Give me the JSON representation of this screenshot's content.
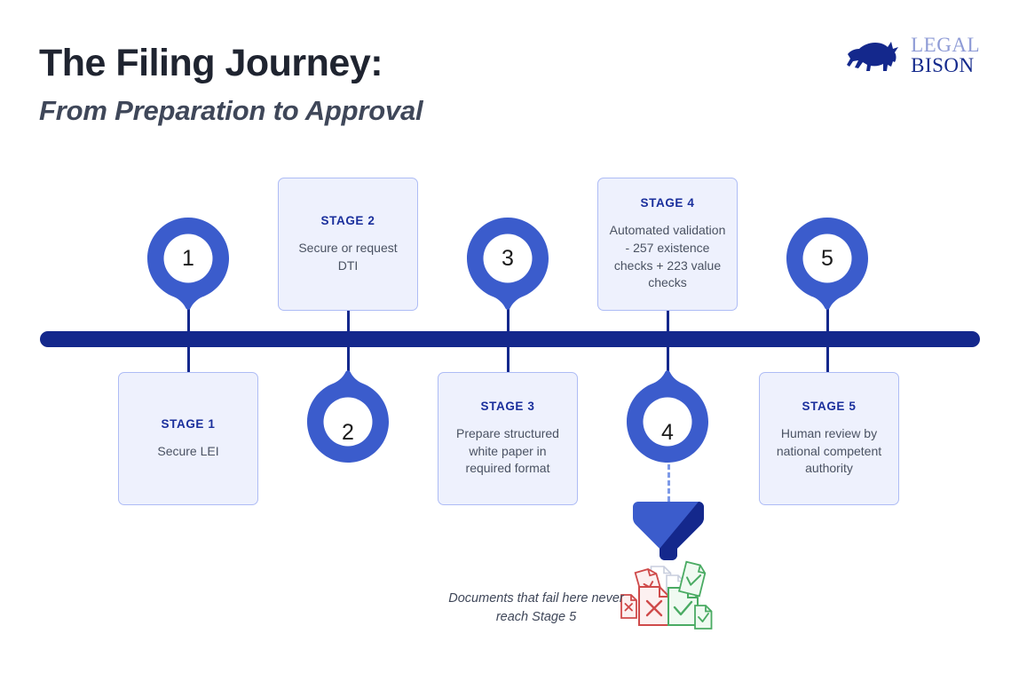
{
  "header": {
    "title": "The Filing Journey:",
    "subtitle": "From Preparation to Approval"
  },
  "brand": {
    "icon": "bison-icon",
    "word_top": "LEGAL",
    "word_bottom": "BISON"
  },
  "colors": {
    "timeline_navy": "#14288c",
    "pin_blue": "#3b5ccc",
    "card_fill": "#eef1fd",
    "card_border": "#aebcf5",
    "stage_label": "#1a2f9c",
    "body_text": "#4a5262",
    "fail_red": "#cf4a4a",
    "pass_green": "#4aab63",
    "neutral_gray": "#c8cede"
  },
  "timeline": {
    "stages": [
      {
        "number": "1",
        "label": "STAGE 1",
        "description": "Secure LEI",
        "card_position": "below",
        "pin_position": "above"
      },
      {
        "number": "2",
        "label": "STAGE 2",
        "description": "Secure or request DTI",
        "card_position": "above",
        "pin_position": "below"
      },
      {
        "number": "3",
        "label": "STAGE 3",
        "description": "Prepare structured white paper in required format",
        "card_position": "below",
        "pin_position": "above"
      },
      {
        "number": "4",
        "label": "STAGE 4",
        "description": "Automated validation - 257 existence checks + 223 value checks",
        "card_position": "above",
        "pin_position": "below"
      },
      {
        "number": "5",
        "label": "STAGE 5",
        "description": "Human review by national competent authority",
        "card_position": "below",
        "pin_position": "above"
      }
    ]
  },
  "funnel": {
    "icon": "funnel-icon",
    "caption": "Documents that fail here never reach Stage 5",
    "documents": {
      "icon": "documents-icon",
      "failed_mark": "×",
      "passed_mark": "✓",
      "failed_count": 3,
      "neutral_count": 2,
      "passed_count": 3
    }
  }
}
